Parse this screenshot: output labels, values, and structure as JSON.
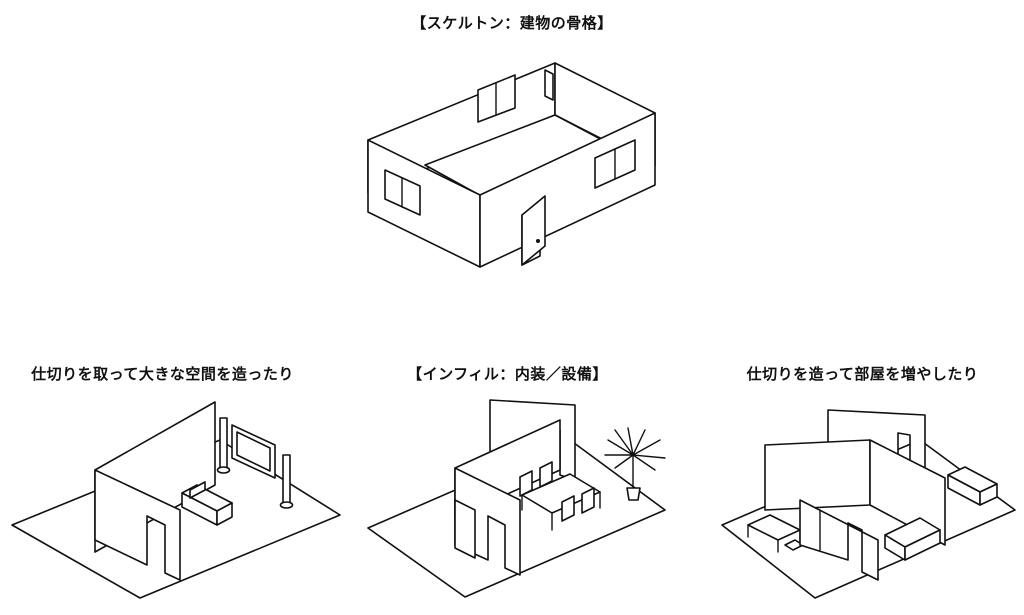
{
  "labels": {
    "skeleton": "【スケルトン：建物の骨格】",
    "left": "仕切りを取って大きな空間を造ったり",
    "infill": "【インフィル：内装／設備】",
    "right": "仕切りを造って部屋を増やしたり"
  },
  "colors": {
    "ink": "#111111",
    "background": "#ffffff"
  }
}
